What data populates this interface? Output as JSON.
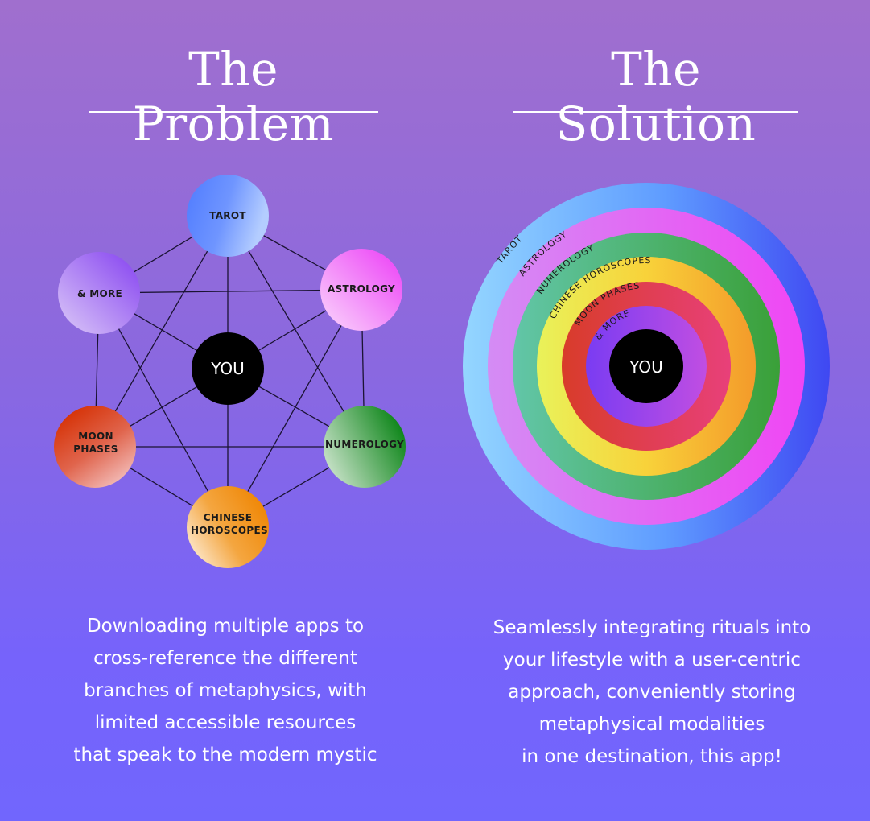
{
  "problem": {
    "title": "The Problem",
    "nodes": [
      {
        "id": "tarot",
        "lines": [
          "TAROT"
        ]
      },
      {
        "id": "astrology",
        "lines": [
          "ASTROLOGY"
        ]
      },
      {
        "id": "numerology",
        "lines": [
          "NUMEROLOGY"
        ]
      },
      {
        "id": "chinese-horoscopes",
        "lines": [
          "CHINESE",
          "HOROSCOPES"
        ]
      },
      {
        "id": "moon-phases",
        "lines": [
          "MOON",
          "PHASES"
        ]
      },
      {
        "id": "more",
        "lines": [
          "& MORE"
        ]
      }
    ],
    "center": "YOU",
    "description": [
      "Downloading multiple apps to",
      "cross-reference the different",
      "branches of metaphysics, with",
      "limited accessible resources",
      "that speak to the modern mystic"
    ]
  },
  "solution": {
    "title": "The Solution",
    "rings": [
      {
        "label": "TAROT"
      },
      {
        "label": "ASTROLOGY"
      },
      {
        "label": "NUMEROLOGY"
      },
      {
        "label": "CHINESE HOROSCOPES"
      },
      {
        "label": "MOON PHASES"
      },
      {
        "label": "& MORE"
      }
    ],
    "center": "YOU",
    "description": [
      "Seamlessly integrating rituals into",
      "your lifestyle with a user-centric",
      "approach, conveniently storing",
      "metaphysical modalities",
      "in one destination, this app!"
    ]
  },
  "colors": {
    "tarot": [
      "#4f7bff",
      "#a8c4ff"
    ],
    "astrology": [
      "#f050f8",
      "#f8c8fb"
    ],
    "numerology": [
      "#0c8a18",
      "#c8e4c8"
    ],
    "chinese_horoscopes": [
      "#ef8a00",
      "#fbe6c8"
    ],
    "moon_phases": [
      "#d83000",
      "#f2c2c2"
    ],
    "more": [
      "#8a48f0",
      "#d0bcf8"
    ],
    "center": "#000000"
  }
}
